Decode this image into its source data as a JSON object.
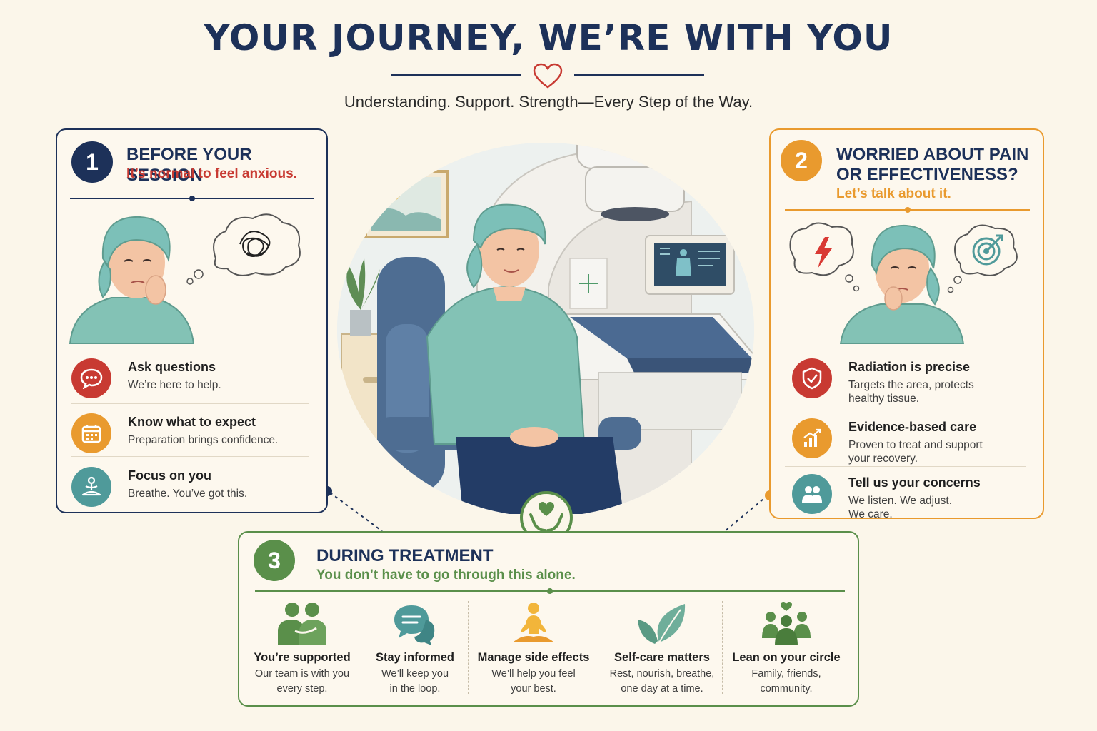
{
  "header": {
    "title": "YOUR JOURNEY, WE’RE WITH YOU",
    "subtitle": "Understanding. Support. Strength—Every Step of the Way."
  },
  "colors": {
    "navy": "#1d3159",
    "red": "#c83a32",
    "orange": "#e99a2e",
    "teal": "#4f9a9a",
    "green": "#5a8f4a",
    "cream": "#fbf6ea"
  },
  "card1": {
    "number": "1",
    "title": "BEFORE YOUR SESSION",
    "subtitle": "It’s normal to feel anxious.",
    "items": [
      {
        "icon": "chat-bubble-icon",
        "title": "Ask questions",
        "desc": "We’re here to help."
      },
      {
        "icon": "calendar-icon",
        "title": "Know what to expect",
        "desc": "Preparation brings confidence."
      },
      {
        "icon": "meditation-icon",
        "title": "Focus on you",
        "desc": "Breathe. You’ve got this."
      }
    ]
  },
  "card2": {
    "number": "2",
    "title_line1": "WORRIED ABOUT PAIN",
    "title_line2": "OR EFFECTIVENESS?",
    "subtitle": "Let’s talk about it.",
    "items": [
      {
        "icon": "shield-check-icon",
        "title": "Radiation is precise",
        "desc_line1": "Targets the area, protects",
        "desc_line2": "healthy tissue."
      },
      {
        "icon": "growth-chart-icon",
        "title": "Evidence-based care",
        "desc_line1": "Proven to treat and support",
        "desc_line2": "your recovery."
      },
      {
        "icon": "people-icon",
        "title": "Tell us your concerns",
        "desc_line1": "We listen. We adjust.",
        "desc_line2": "We care."
      }
    ]
  },
  "card3": {
    "number": "3",
    "title": "DURING TREATMENT",
    "subtitle": "You don’t have to go through this alone.",
    "items": [
      {
        "icon": "hug-icon",
        "title": "You’re supported",
        "desc_line1": "Our team is with you",
        "desc_line2": "every step."
      },
      {
        "icon": "chat-icon",
        "title": "Stay informed",
        "desc_line1": "We’ll keep you",
        "desc_line2": "in the loop."
      },
      {
        "icon": "meditation-icon",
        "title": "Manage side effects",
        "desc_line1": "We’ll help you feel",
        "desc_line2": "your best."
      },
      {
        "icon": "leaf-icon",
        "title": "Self-care matters",
        "desc_line1": "Rest, nourish, breathe,",
        "desc_line2": "one day at a time."
      },
      {
        "icon": "community-icon",
        "title": "Lean on your circle",
        "desc_line1": "Family, friends,",
        "desc_line2": "community."
      }
    ]
  }
}
